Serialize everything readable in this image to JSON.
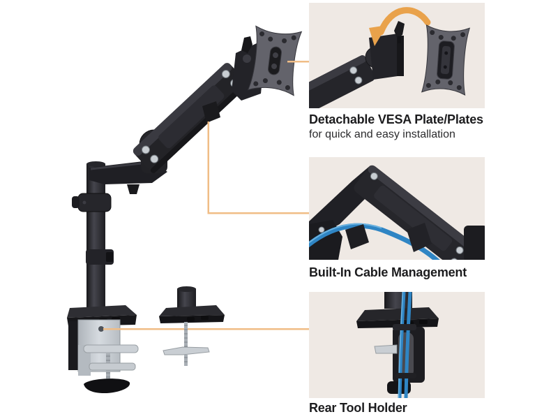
{
  "callouts": [
    {
      "title": "Detachable VESA Plate/Plates",
      "subtitle": "for quick and easy installation",
      "detail_icon": "vesa-plate-detail-image"
    },
    {
      "title": "Built-In Cable Management",
      "detail_icon": "cable-management-detail-image"
    },
    {
      "title": "Rear Tool Holder",
      "detail_icon": "rear-tool-holder-detail-image"
    }
  ],
  "colors": {
    "page_bg": "#ffffff",
    "panel_bg": "#efe9e4",
    "callout_line": "#f0bd86",
    "arrow_orange": "#e9a24b",
    "cable_blue": "#2f85c4",
    "cable_blue_light": "#6ab2e0",
    "product_black": "#232327",
    "product_dark": "#17171a",
    "product_mid": "#3a3a41",
    "plate_gray": "#63636b",
    "silver": "#c9ced3",
    "text": "#1c1c1e"
  }
}
